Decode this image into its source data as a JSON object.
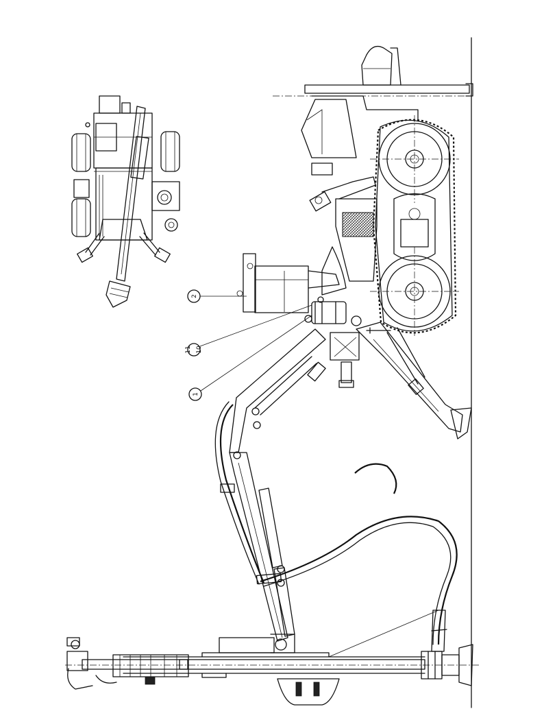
{
  "callouts": [
    {
      "id": "2",
      "label": "2"
    },
    {
      "id": "11",
      "label": "11"
    },
    {
      "id": "10",
      "label": "10"
    },
    {
      "id": "1",
      "label": "1"
    }
  ],
  "colors": {
    "line": "#111111",
    "paper": "#ffffff"
  },
  "views": [
    "top-view",
    "side-view"
  ]
}
